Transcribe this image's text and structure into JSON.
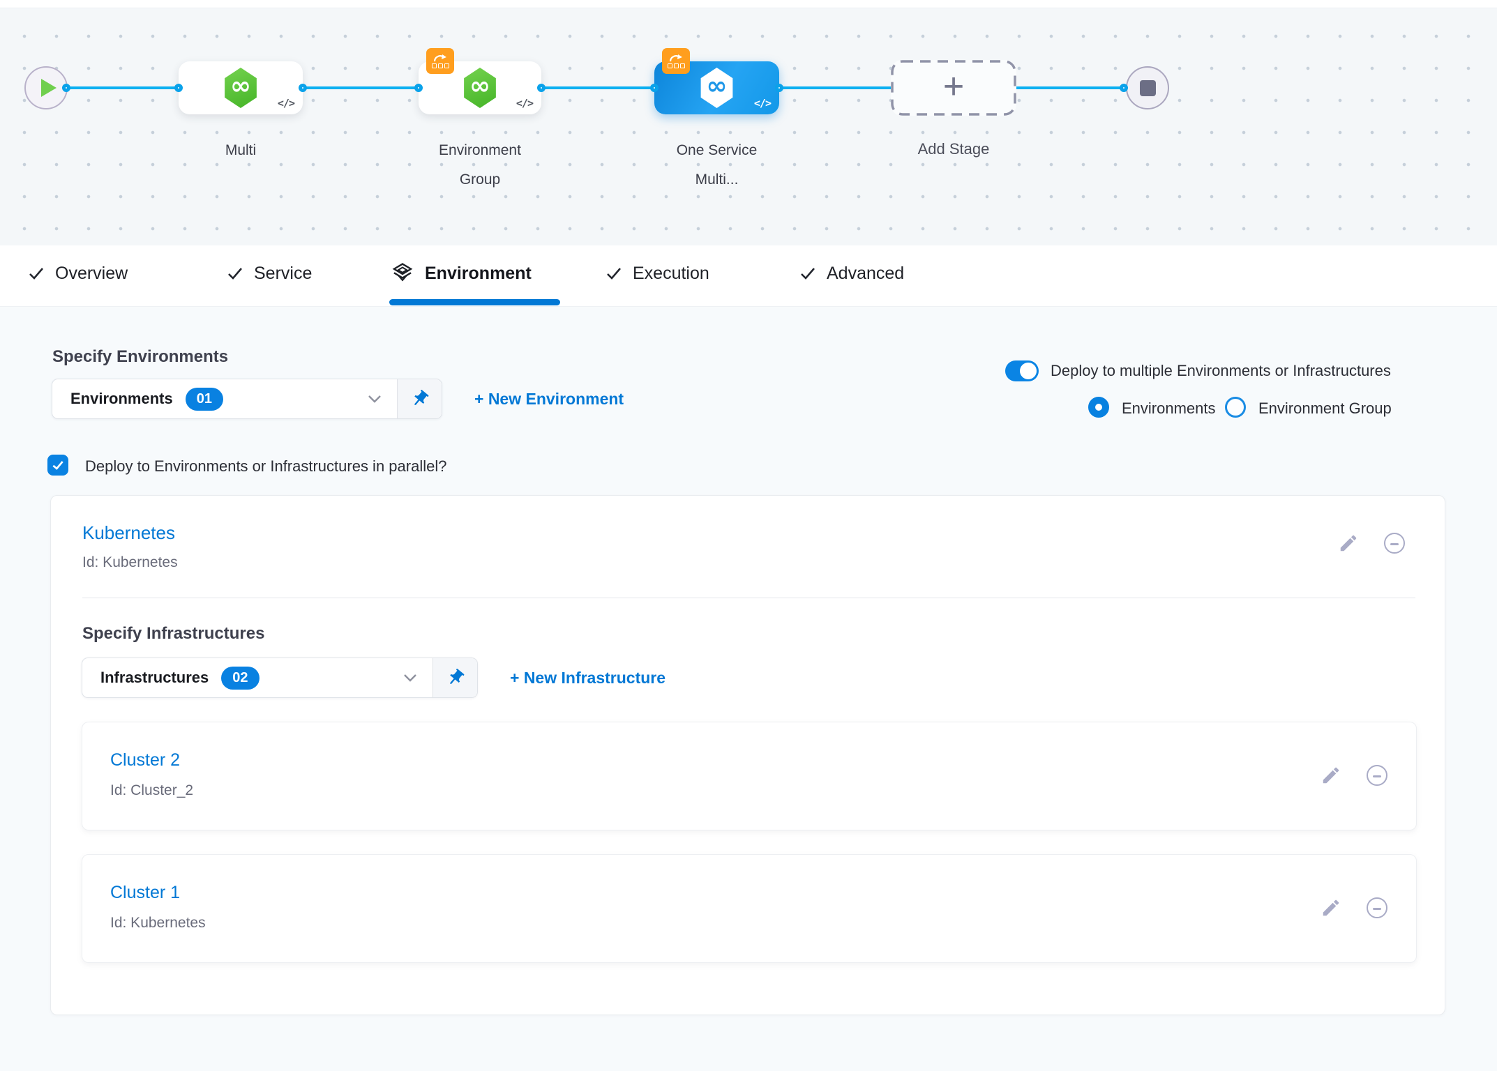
{
  "colors": {
    "accent": "#0278d5",
    "flow_line": "#0db0f1",
    "node_selected_blue": "#1193e3",
    "service_green": "#52c236",
    "badge_orange": "#ff9e1e",
    "muted_icon": "#a9abc6",
    "canvas_bg": "#f4f7f9",
    "page_bg": "#f7fafc"
  },
  "pipeline": {
    "start_icon": "play-icon",
    "end_icon": "stop-icon",
    "stages": [
      {
        "lines": [
          "Multi"
        ],
        "code_glyph": "</>",
        "selected": false
      },
      {
        "lines": [
          "Environment",
          "Group"
        ],
        "code_glyph": "</>",
        "selected": false
      },
      {
        "lines": [
          "One Service",
          "Multi..."
        ],
        "code_glyph": "</>",
        "selected": true
      }
    ],
    "add_stage": {
      "label": "Add Stage",
      "icon": "plus-icon"
    }
  },
  "tabs": [
    {
      "label": "Overview",
      "icon": "check-icon",
      "active": false
    },
    {
      "label": "Service",
      "icon": "check-icon",
      "active": false
    },
    {
      "label": "Environment",
      "icon": "environment-stack-icon",
      "active": true
    },
    {
      "label": "Execution",
      "icon": "check-icon",
      "active": false
    },
    {
      "label": "Advanced",
      "icon": "check-icon",
      "active": false
    }
  ],
  "environment_section": {
    "specify_environments_label": "Specify Environments",
    "environments_select": {
      "value": "Environments",
      "count": "01",
      "pin_icon": "pushpin-icon",
      "chevron_icon": "chevron-down-icon"
    },
    "new_environment_link": "+ New Environment",
    "deploy_multiple_label": "Deploy to multiple Environments or Infrastructures",
    "toggle_on": true,
    "radios": {
      "environments": "Environments",
      "environment_group": "Environment Group",
      "selected": "Environments"
    },
    "parallel_checkbox_label": "Deploy to Environments or Infrastructures in parallel?",
    "checkbox_checked": true,
    "environment_card": {
      "name": "Kubernetes",
      "id_text": "Id: Kubernetes",
      "specify_infrastructures_label": "Specify Infrastructures",
      "infrastructures_select": {
        "value": "Infrastructures",
        "count": "02",
        "pin_icon": "pushpin-icon",
        "chevron_icon": "chevron-down-icon"
      },
      "new_infrastructure_link": "+ New Infrastructure",
      "infrastructures": [
        {
          "name": "Cluster 2",
          "id_text": "Id: Cluster_2"
        },
        {
          "name": "Cluster 1",
          "id_text": "Id: Kubernetes"
        }
      ]
    }
  }
}
